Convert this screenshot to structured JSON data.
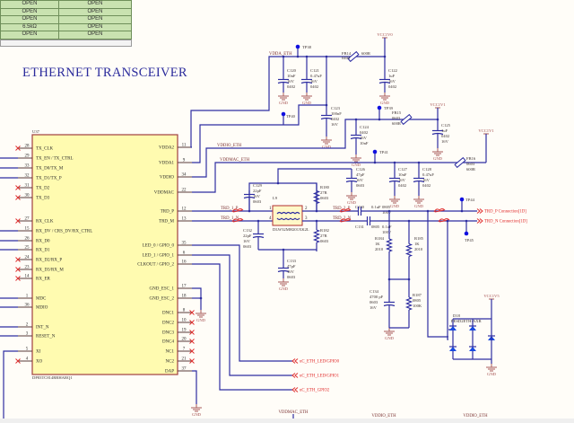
{
  "config_table": {
    "rows": [
      [
        "OPEN",
        "OPEN"
      ],
      [
        "OPEN",
        "OPEN"
      ],
      [
        "OPEN",
        "OPEN"
      ],
      [
        "6.5kΩ",
        "OPEN"
      ],
      [
        "OPEN",
        "OPEN"
      ]
    ]
  },
  "title": "ETHERNET TRANSCEIVER",
  "ic": {
    "refdes": "U37",
    "part": "DP83TC814RRHARQ1",
    "left_pins": [
      {
        "num": "28",
        "name": "TX_CLK",
        "nc": true
      },
      {
        "num": "29",
        "name": "TX_EN / TX_CTRL",
        "nc": false
      },
      {
        "num": "33",
        "name": "TX_D0/TX_M",
        "nc": false
      },
      {
        "num": "32",
        "name": "TX_D1/TX_P",
        "nc": false
      },
      {
        "num": "31",
        "name": "TX_D2",
        "nc": true
      },
      {
        "num": "30",
        "name": "TX_D3",
        "nc": true
      },
      {
        "num": "27",
        "name": "RX_CLK",
        "nc": true
      },
      {
        "num": "15",
        "name": "RX_DV / CRS_DV/RX_CTRL",
        "nc": false
      },
      {
        "num": "26",
        "name": "RX_D0",
        "nc": false
      },
      {
        "num": "25",
        "name": "RX_D1",
        "nc": false
      },
      {
        "num": "24",
        "name": "RX_D2/RX_P",
        "nc": true
      },
      {
        "num": "23",
        "name": "RX_D3/RX_M",
        "nc": true
      },
      {
        "num": "14",
        "name": "RX_ER",
        "nc": true
      },
      {
        "num": "1",
        "name": "MDC",
        "nc": false
      },
      {
        "num": "36",
        "name": "MDIO",
        "nc": false
      },
      {
        "num": "2",
        "name": "INT_N",
        "nc": false
      },
      {
        "num": "3",
        "name": "RESET_N",
        "nc": false
      },
      {
        "num": "5",
        "name": "XI",
        "nc": false
      },
      {
        "num": "4",
        "name": "XO",
        "nc": true
      }
    ],
    "right_pins": [
      {
        "num": "11",
        "name": "VDDA2",
        "nc": false
      },
      {
        "num": "9",
        "name": "VDDA1",
        "nc": false
      },
      {
        "num": "34",
        "name": "VDDIO",
        "nc": false
      },
      {
        "num": "22",
        "name": "VDDMAC",
        "nc": false
      },
      {
        "num": "12",
        "name": "TRD_P",
        "nc": false
      },
      {
        "num": "13",
        "name": "TRD_M",
        "nc": false
      },
      {
        "num": "35",
        "name": "LED_0 / GPIO_0",
        "nc": false
      },
      {
        "num": "6",
        "name": "LED_1 / GPIO_1",
        "nc": false
      },
      {
        "num": "16",
        "name": "CLKOUT / GPIO_2",
        "nc": false
      },
      {
        "num": "17",
        "name": "GND_ESC_1",
        "nc": false
      },
      {
        "num": "18",
        "name": "GND_ESC_2",
        "nc": false
      },
      {
        "num": "8",
        "name": "DNC1",
        "nc": true
      },
      {
        "num": "10",
        "name": "DNC2",
        "nc": true
      },
      {
        "num": "19",
        "name": "DNC3",
        "nc": true
      },
      {
        "num": "20",
        "name": "DNC4",
        "nc": true
      },
      {
        "num": "7",
        "name": "NC1",
        "nc": true
      },
      {
        "num": "21",
        "name": "NC2",
        "nc": true
      },
      {
        "num": "37",
        "name": "DAP",
        "nc": false
      }
    ]
  },
  "components": {
    "C120": [
      "10nF",
      "16V",
      "0402"
    ],
    "C121": [
      "0.47uF",
      "16V",
      "0402"
    ],
    "C122": [
      "1uF",
      "16V",
      "0402"
    ],
    "C123": [
      "100nF",
      "0402",
      "16V"
    ],
    "C124": [
      "0402",
      "16V",
      "10nF"
    ],
    "C125": [
      "1uF",
      "0402",
      "16V"
    ],
    "C126": [
      "47pF",
      "16V",
      "0603"
    ],
    "C127": [
      "10nF",
      "16V",
      "0402"
    ],
    "C128": [
      "0.47uF",
      "16V",
      "0402"
    ],
    "C129": [
      "22pF",
      "16V",
      "0603"
    ],
    "C130": [
      "0.1uF",
      "0805",
      "100V"
    ],
    "C131": [
      "0805",
      "0.1uF",
      "100V"
    ],
    "C132": [
      "22pF",
      "16V",
      "0603"
    ],
    "C133": [
      "47pF",
      "16V",
      "0603"
    ],
    "C134": [
      "4700 pF",
      "0603",
      "16V"
    ],
    "R180": [
      "27R",
      "0603"
    ],
    "R182": [
      "27R",
      "0603"
    ],
    "R184": [
      "1K",
      "2010"
    ],
    "R185": [
      "1K",
      "2010"
    ],
    "R187": [
      "0805",
      "100K"
    ],
    "FB14": [
      "0402",
      "600R"
    ],
    "FB15": [
      "0603",
      "600R"
    ],
    "FB16": [
      "0603",
      "600R"
    ],
    "L9": [
      "DLW32MH201XK2L"
    ],
    "D18": [
      "PESD2ETH-AXR"
    ]
  },
  "test_points": [
    "TP38",
    "TP39",
    "TP40",
    "TP41",
    "TP44",
    "TP45"
  ],
  "power": {
    "gnd": "GND",
    "vdda_supply": "VCC1V0",
    "vddio_supply": "VCC1V1",
    "vddmac_supply": "VCC1V1",
    "esd_supply": "VCC1V5"
  },
  "nets": {
    "vdda": "VDDA_ETH",
    "vddio": "VDDIO_ETH",
    "vddmac": "VDDMAC_ETH",
    "trd1p": "TRD_1_P",
    "trd1n": "TRD_1_N",
    "trd2p": "TRD_2_P",
    "trd2n": "TRD_2_N",
    "trdp_conn": "TRD_P Connection[1D]",
    "trdn_conn": "TRD_N Connection[1D]",
    "led0": "uC_ETH_LED/GPIO0",
    "led1": "uC_ETH_LED/GPIO1",
    "gpio2": "uC_ETH_GPIO2",
    "bottom_vddmac": "VDDMAC_ETH",
    "bottom_vddio_1": "VDDIO_ETH",
    "bottom_vddio_2": "VDDIO_ETH"
  },
  "colors": {
    "wire": "#2e2ea2",
    "ic_fill": "#fffbb0",
    "ic_border": "#a04040",
    "title": "#2b2b9c",
    "ground": "#a85a5a",
    "net_port": "#e02828",
    "table_fill": "#c9e2b0"
  }
}
